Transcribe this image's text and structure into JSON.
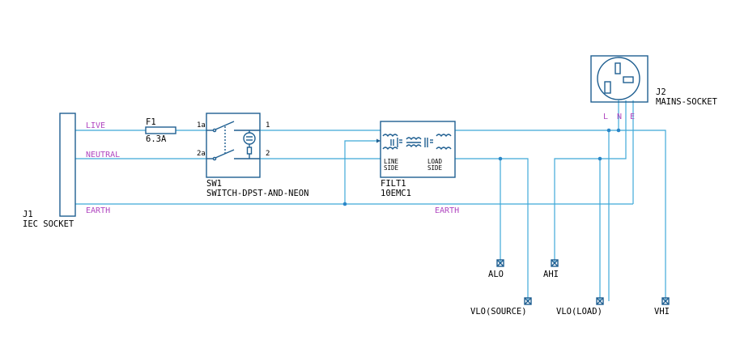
{
  "components": {
    "j1": {
      "ref": "J1",
      "value": "IEC SOCKET"
    },
    "f1": {
      "ref": "F1",
      "value": "6.3A"
    },
    "sw1": {
      "ref": "SW1",
      "value": "SWITCH-DPST-AND-NEON",
      "pins": [
        "1a",
        "2a",
        "1",
        "2"
      ]
    },
    "filt1": {
      "ref": "FILT1",
      "value": "10EMC1",
      "line_side": [
        "LINE",
        "SIDE"
      ],
      "load_side": [
        "LOAD",
        "SIDE"
      ]
    },
    "j2": {
      "ref": "J2",
      "value": "MAINS-SOCKET",
      "pins": [
        "L",
        "N",
        "E"
      ]
    }
  },
  "nets": {
    "live": "LIVE",
    "neutral": "NEUTRAL",
    "earth_left": "EARTH",
    "earth_right": "EARTH"
  },
  "terminals": {
    "alo": "ALO",
    "ahi": "AHI",
    "vlo_source": "VLO(SOURCE)",
    "vlo_load": "VLO(LOAD)",
    "vhi": "VHI"
  },
  "colors": {
    "wire": "#3fa9d8",
    "component": "#1f5f91",
    "net_label": "#b046c0",
    "text": "#000000"
  }
}
